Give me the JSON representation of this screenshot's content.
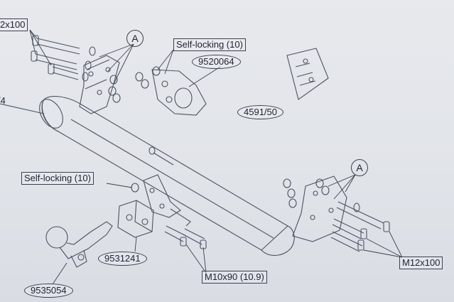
{
  "callouts": {
    "bolt_m12_top": "2x100",
    "bar_number": "/4",
    "circle_a_top": "A",
    "circle_a_right": "A",
    "self_locking_top": "Self-locking (10)",
    "self_locking_left": "Self-locking (10)",
    "part_9520064": "9520064",
    "part_4591_50": "4591/50",
    "part_9531241": "9531241",
    "part_9535054": "9535054",
    "bolt_m10": "M10x90 (10.9)",
    "bolt_m12_bottom": "M12x100"
  }
}
